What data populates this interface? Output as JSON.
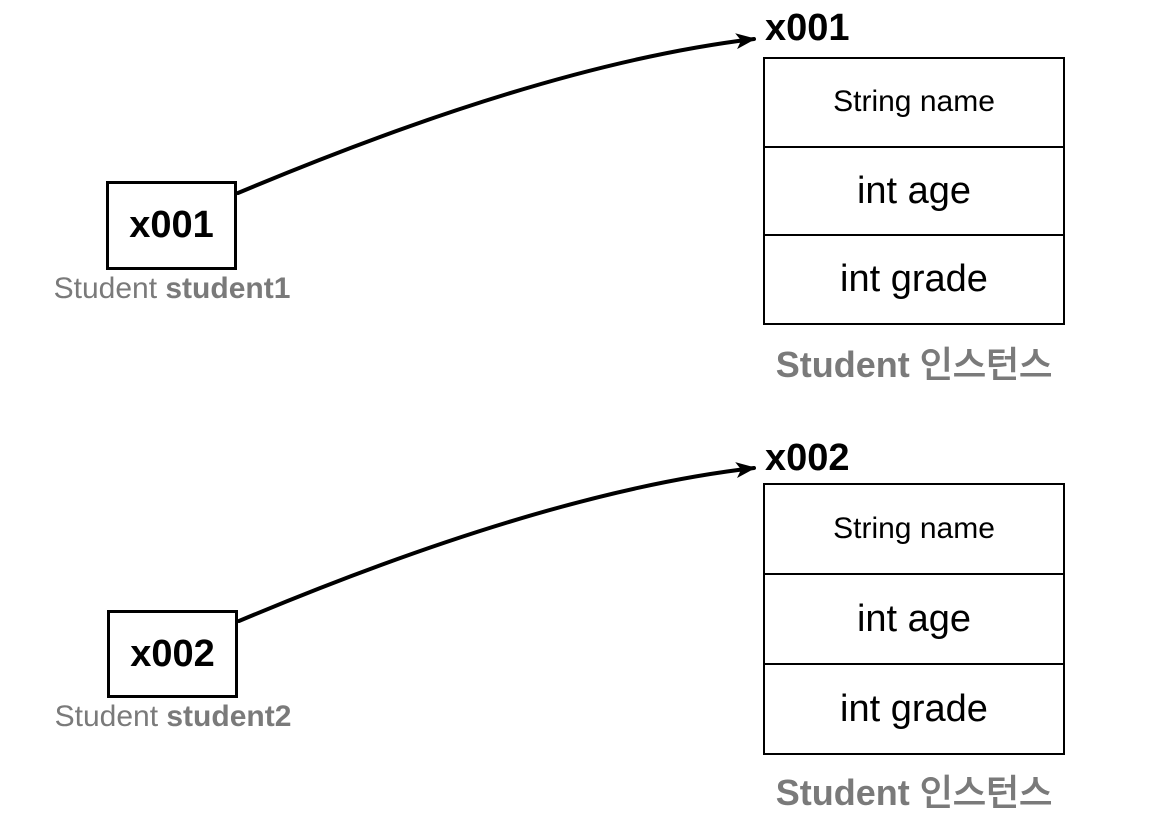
{
  "diagram": {
    "background": "#ffffff",
    "colors": {
      "stroke": "#000000",
      "text": "#000000",
      "caption_gray": "#7a7a7a"
    },
    "groups": [
      {
        "reference": {
          "value": "x001",
          "caption_type": "Student",
          "caption_name": "student1"
        },
        "instance": {
          "address": "x001",
          "fields": [
            "String name",
            "int age",
            "int grade"
          ],
          "caption_class": "Student",
          "caption_suffix": "인스턴스"
        }
      },
      {
        "reference": {
          "value": "x002",
          "caption_type": "Student",
          "caption_name": "student2"
        },
        "instance": {
          "address": "x002",
          "fields": [
            "String name",
            "int age",
            "int grade"
          ],
          "caption_class": "Student",
          "caption_suffix": "인스턴스"
        }
      }
    ]
  }
}
